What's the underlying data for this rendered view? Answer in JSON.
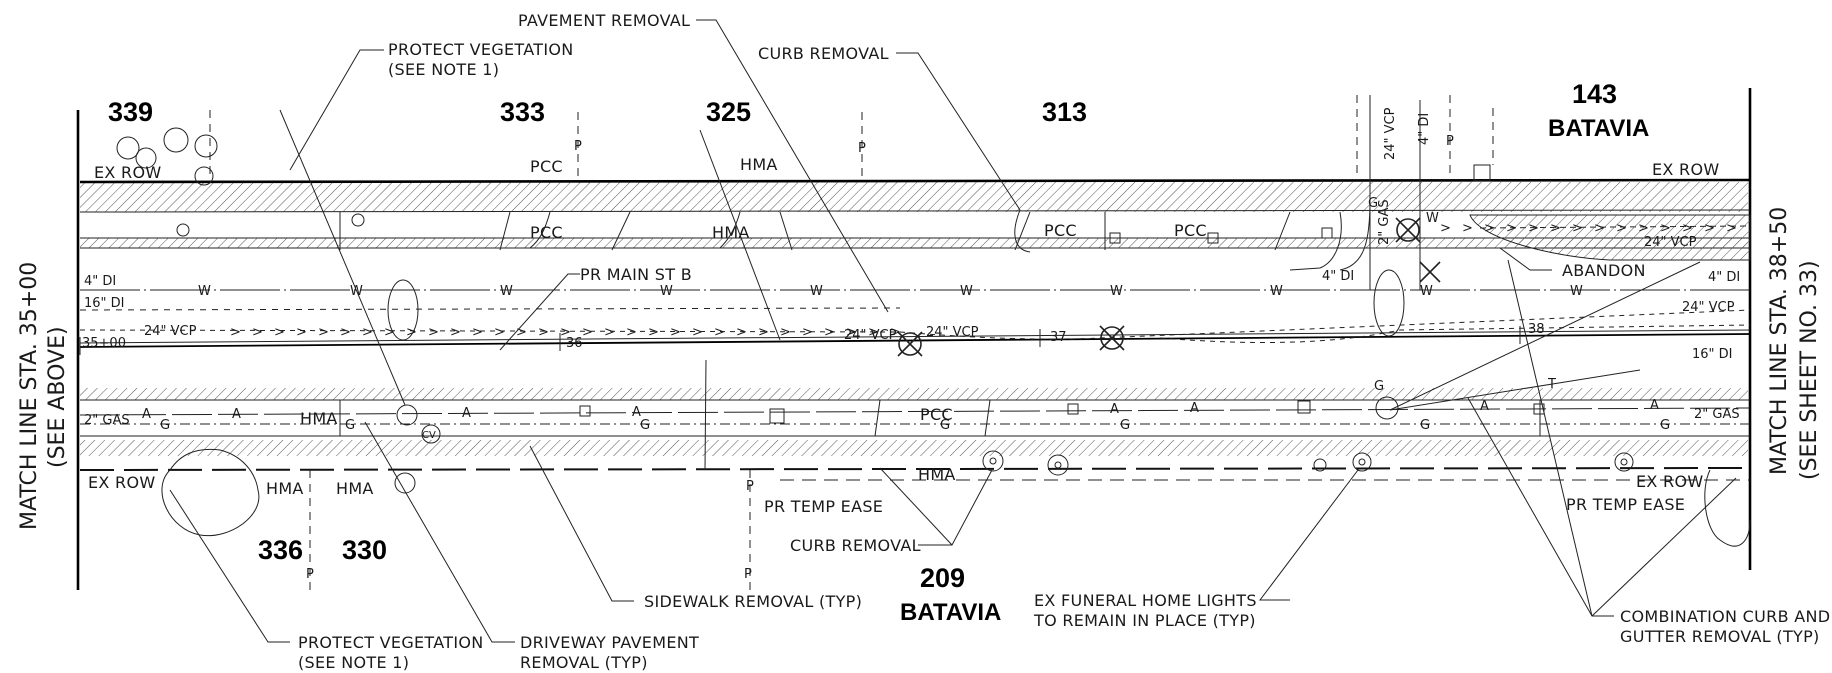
{
  "match_lines": {
    "left": [
      "MATCH LINE STA. 35+00",
      "(SEE ABOVE)"
    ],
    "right": [
      "MATCH LINE STA. 38+50",
      "(SEE SHEET NO. 33)"
    ]
  },
  "addresses": {
    "north": [
      "339",
      "333",
      "325",
      "313",
      "143"
    ],
    "north_street": "BATAVIA",
    "south": [
      "336",
      "330",
      "209"
    ],
    "south_street": "BATAVIA"
  },
  "callouts": {
    "pavement_removal": "PAVEMENT REMOVAL",
    "curb_removal_top": "CURB REMOVAL",
    "protect_vegetation_top": [
      "PROTECT VEGETATION",
      "(SEE NOTE 1)"
    ],
    "pr_main_st": "PR MAIN ST B",
    "abandon": "ABANDON",
    "curb_removal_bottom": "CURB REMOVAL",
    "sidewalk_removal": "SIDEWALK REMOVAL (TYP)",
    "protect_vegetation_bottom": [
      "PROTECT VEGETATION",
      "(SEE NOTE 1)"
    ],
    "driveway_removal": [
      "DRIVEWAY PAVEMENT",
      "REMOVAL (TYP)"
    ],
    "funeral_lights": [
      "EX FUNERAL HOME LIGHTS",
      "TO REMAIN IN PLACE (TYP)"
    ],
    "comb_curb": [
      "COMBINATION CURB AND",
      "GUTTER REMOVAL (TYP)"
    ]
  },
  "plan_labels": {
    "ex_row": "EX ROW",
    "pcc": "PCC",
    "hma": "HMA",
    "pr_temp_ease": "PR TEMP EASE",
    "di_4": "4\" DI",
    "di_16": "16\" DI",
    "vcp_24": "24\" VCP",
    "gas_2": "2\" GAS",
    "sta_3500": "35+00",
    "sta_36": "36",
    "sta_37": "37",
    "sta_38": "38"
  },
  "utility_symbols": {
    "water": "W",
    "gas": "G",
    "sanitary": ">",
    "electric": "A",
    "telephone": "T",
    "property": "P",
    "cv": "CV"
  }
}
